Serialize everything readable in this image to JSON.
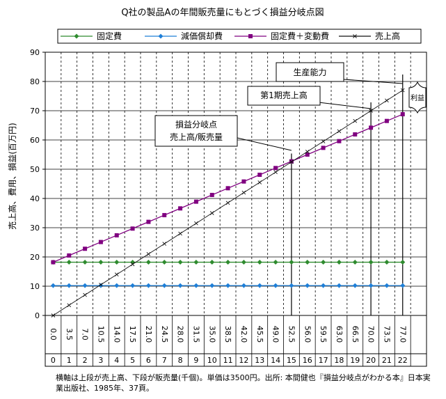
{
  "chart_data": {
    "type": "line",
    "title": "Q社の製品Aの年間販売量にもとづく損益分岐点図",
    "ylabel": "売上高、費用、損益(百万円)",
    "ylim": [
      0,
      90
    ],
    "yticks": [
      0,
      10,
      20,
      30,
      40,
      50,
      60,
      70,
      80,
      90
    ],
    "grid": true,
    "legend_position": "top",
    "x_tick_rows": [
      [
        "0.0",
        "3.5",
        "7.0",
        "10.5",
        "14.0",
        "17.5",
        "21.0",
        "24.5",
        "28.0",
        "31.5",
        "35.0",
        "38.5",
        "42.0",
        "45.5",
        "49.0",
        "52.5",
        "56.0",
        "59.5",
        "63.0",
        "66.5",
        "70.0",
        "73.5",
        "77.0"
      ],
      [
        "0",
        "1",
        "2",
        "3",
        "4",
        "5",
        "6",
        "7",
        "8",
        "9",
        "10",
        "11",
        "12",
        "13",
        "14",
        "15",
        "16",
        "17",
        "18",
        "19",
        "20",
        "21",
        "22"
      ]
    ],
    "x": [
      0,
      1,
      2,
      3,
      4,
      5,
      6,
      7,
      8,
      9,
      10,
      11,
      12,
      13,
      14,
      15,
      16,
      17,
      18,
      19,
      20,
      21,
      22
    ],
    "series": [
      {
        "name": "固定費",
        "color": "#2e8b2e",
        "marker": "diamond",
        "values": [
          18.2,
          18.2,
          18.2,
          18.2,
          18.2,
          18.2,
          18.2,
          18.2,
          18.2,
          18.2,
          18.2,
          18.2,
          18.2,
          18.2,
          18.2,
          18.2,
          18.2,
          18.2,
          18.2,
          18.2,
          18.2,
          18.2,
          18.2
        ]
      },
      {
        "name": "減価償却費",
        "color": "#1e7fd8",
        "marker": "diamond",
        "values": [
          10.2,
          10.2,
          10.2,
          10.2,
          10.2,
          10.2,
          10.2,
          10.2,
          10.2,
          10.2,
          10.2,
          10.2,
          10.2,
          10.2,
          10.2,
          10.2,
          10.2,
          10.2,
          10.2,
          10.2,
          10.2,
          10.2,
          10.2
        ]
      },
      {
        "name": "固定費＋変動費",
        "color": "#800080",
        "marker": "square",
        "values": [
          18.2,
          20.5,
          22.8,
          25.1,
          27.4,
          29.7,
          32.0,
          34.3,
          36.6,
          38.9,
          41.2,
          43.5,
          45.8,
          48.1,
          50.4,
          52.7,
          55.0,
          57.3,
          59.6,
          61.9,
          64.2,
          66.5,
          68.8
        ]
      },
      {
        "name": "売上高",
        "color": "#111111",
        "marker": "x",
        "values": [
          0.0,
          3.5,
          7.0,
          10.5,
          14.0,
          17.5,
          21.0,
          24.5,
          28.0,
          31.5,
          35.0,
          38.5,
          42.0,
          45.5,
          49.0,
          52.5,
          56.0,
          59.5,
          63.0,
          66.5,
          70.0,
          73.5,
          77.0
        ]
      }
    ],
    "annotations": [
      {
        "name": "break-even",
        "lines": [
          "損益分岐点",
          "売上高/販売量"
        ],
        "x": 15,
        "y": 52.5
      },
      {
        "name": "first-period-sales",
        "lines": [
          "第1期売上高"
        ],
        "x": 20,
        "y": 70
      },
      {
        "name": "capacity",
        "lines": [
          "生産能力"
        ],
        "x": 22,
        "y": 77
      },
      {
        "name": "profit",
        "lines": [
          "利益"
        ],
        "x": 22,
        "y": 73
      }
    ]
  },
  "note": "横軸は上段が売上高、下段が販売量(千個)。単価は3500円。出所: 本間健也『損益分岐点がわかる本』日本実業出版社、1985年、37頁。"
}
